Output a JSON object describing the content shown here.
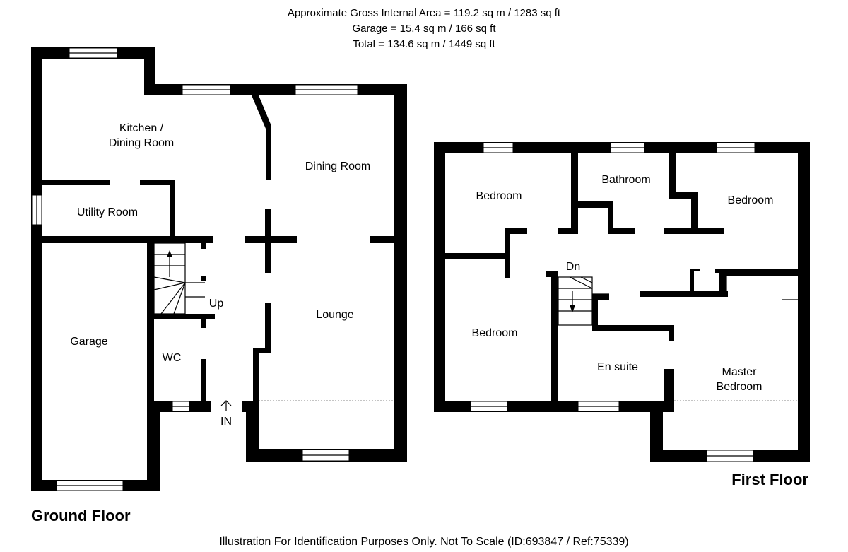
{
  "header": {
    "line1": "Approximate Gross Internal Area = 119.2 sq m / 1283 sq ft",
    "line2": "Garage = 15.4 sq m / 166 sq ft",
    "line3": "Total = 134.6 sq m / 1449 sq ft"
  },
  "ground_floor": {
    "title": "Ground Floor",
    "rooms": {
      "kitchen_1": "Kitchen /",
      "kitchen_2": "Dining Room",
      "dining": "Dining Room",
      "utility": "Utility Room",
      "garage": "Garage",
      "wc": "WC",
      "lounge": "Lounge",
      "stairs_up": "Up",
      "entrance": "IN"
    }
  },
  "first_floor": {
    "title": "First Floor",
    "rooms": {
      "bedroom_nw": "Bedroom",
      "bathroom": "Bathroom",
      "bedroom_ne": "Bedroom",
      "bedroom_w": "Bedroom",
      "stairs_down": "Dn",
      "ensuite": "En suite",
      "master_1": "Master",
      "master_2": "Bedroom"
    }
  },
  "footer": "Illustration For Identification Purposes Only. Not To Scale (ID:693847 / Ref:75339)"
}
